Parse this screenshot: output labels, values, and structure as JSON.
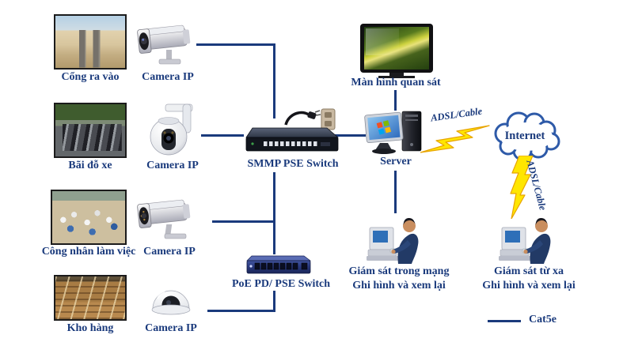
{
  "diagram": {
    "rows": [
      {
        "scene": "Cổng ra vào",
        "camera": "Camera IP"
      },
      {
        "scene": "Bãi đỗ xe",
        "camera": "Camera IP"
      },
      {
        "scene": "Công nhân làm việc",
        "camera": "Camera IP"
      },
      {
        "scene": "Kho hàng",
        "camera": "Camera IP"
      }
    ],
    "switches": {
      "main": "SMMP PSE Switch",
      "poe": "PoE PD/ PSE Switch"
    },
    "monitor_label": "Màn hình quan sát",
    "server_label": "Server",
    "lan_viewer": {
      "line1": "Giám sát trong mạng",
      "line2": "Ghi hình và xem lại"
    },
    "remote_viewer": {
      "line1": "Giám sát từ xa",
      "line2": "Ghi hình và xem lại"
    },
    "internet_label": "Internet",
    "adsl_label_1": "ADSL/Cable",
    "adsl_label_2": "ADSL/Cable",
    "legend": {
      "cable": "Cat5e"
    },
    "colors": {
      "line": "#1a3a7c",
      "text": "#1a3a7c",
      "bolt": "#ffe600",
      "bolt_stroke": "#e8a400",
      "cloud_stroke": "#2e5aa8"
    }
  }
}
